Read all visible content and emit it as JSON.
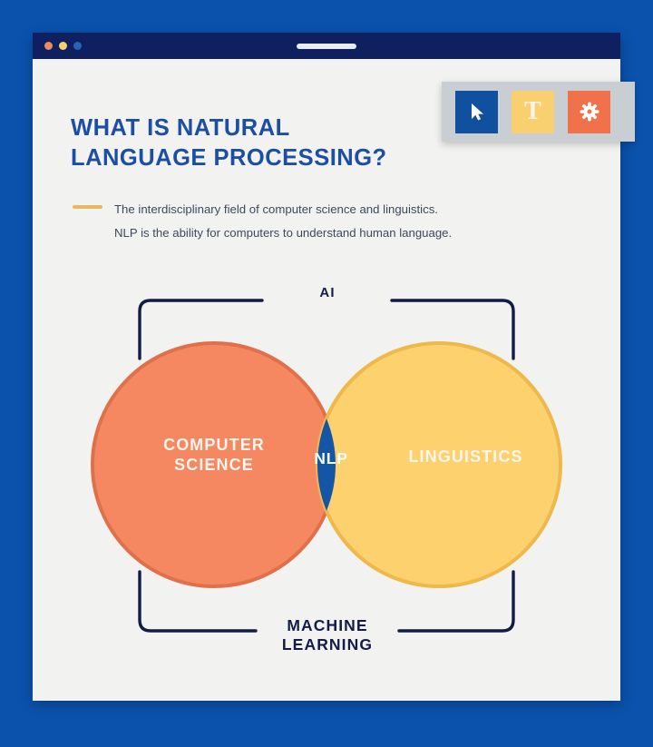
{
  "window": {
    "dots": [
      "close-dot",
      "minimize-dot",
      "maximize-dot"
    ],
    "urlbar_value": ""
  },
  "page": {
    "heading_line1": "WHAT IS NATURAL",
    "heading_line2": "LANGUAGE PROCESSING?",
    "legend": {
      "line1": "The interdisciplinary field of computer science and linguistics.",
      "line2": "NLP is the ability for computers to understand human language."
    }
  },
  "diagram": {
    "top_bracket_label": "AI",
    "bottom_bracket_label": "MACHINE\nLEARNING",
    "left_circle_label": "COMPUTER\nSCIENCE",
    "right_circle_label": "LINGUISTICS",
    "intersection_label": "NLP"
  },
  "toolbar": {
    "buttons": [
      {
        "name": "select-tool",
        "icon": "cursor-arrow-icon",
        "label": ""
      },
      {
        "name": "text-tool",
        "icon": "text-t-icon",
        "label": "T"
      },
      {
        "name": "settings-tool",
        "icon": "gear-icon",
        "label": ""
      }
    ]
  },
  "colors": {
    "page_background": "#0B52AD",
    "card_background": "#F2F2F0",
    "titlebar": "#0E2060",
    "heading_blue": "#1C4FA3",
    "legend_dash": "#EBB860",
    "left_circle": "#F58860",
    "left_circle_stroke": "#E0704A",
    "right_circle": "#FCD16E",
    "right_circle_stroke": "#EEB84A",
    "intersection_blue": "#1256A5",
    "bracket_navy": "#121C47",
    "toolbar_panel": "#C9CED3",
    "tool_select_bg": "#10519F",
    "tool_text_bg": "#F9D070",
    "tool_settings_bg": "#F1714B"
  },
  "chart_data": {
    "type": "venn",
    "title": "What is Natural Language Processing?",
    "sets": [
      {
        "name": "COMPUTER SCIENCE",
        "color": "#F58860"
      },
      {
        "name": "LINGUISTICS",
        "color": "#FCD16E"
      }
    ],
    "intersection": {
      "name": "NLP",
      "color": "#1256A5"
    },
    "enclosing_groups": [
      {
        "name": "AI",
        "position": "top"
      },
      {
        "name": "MACHINE LEARNING",
        "position": "bottom"
      }
    ]
  }
}
